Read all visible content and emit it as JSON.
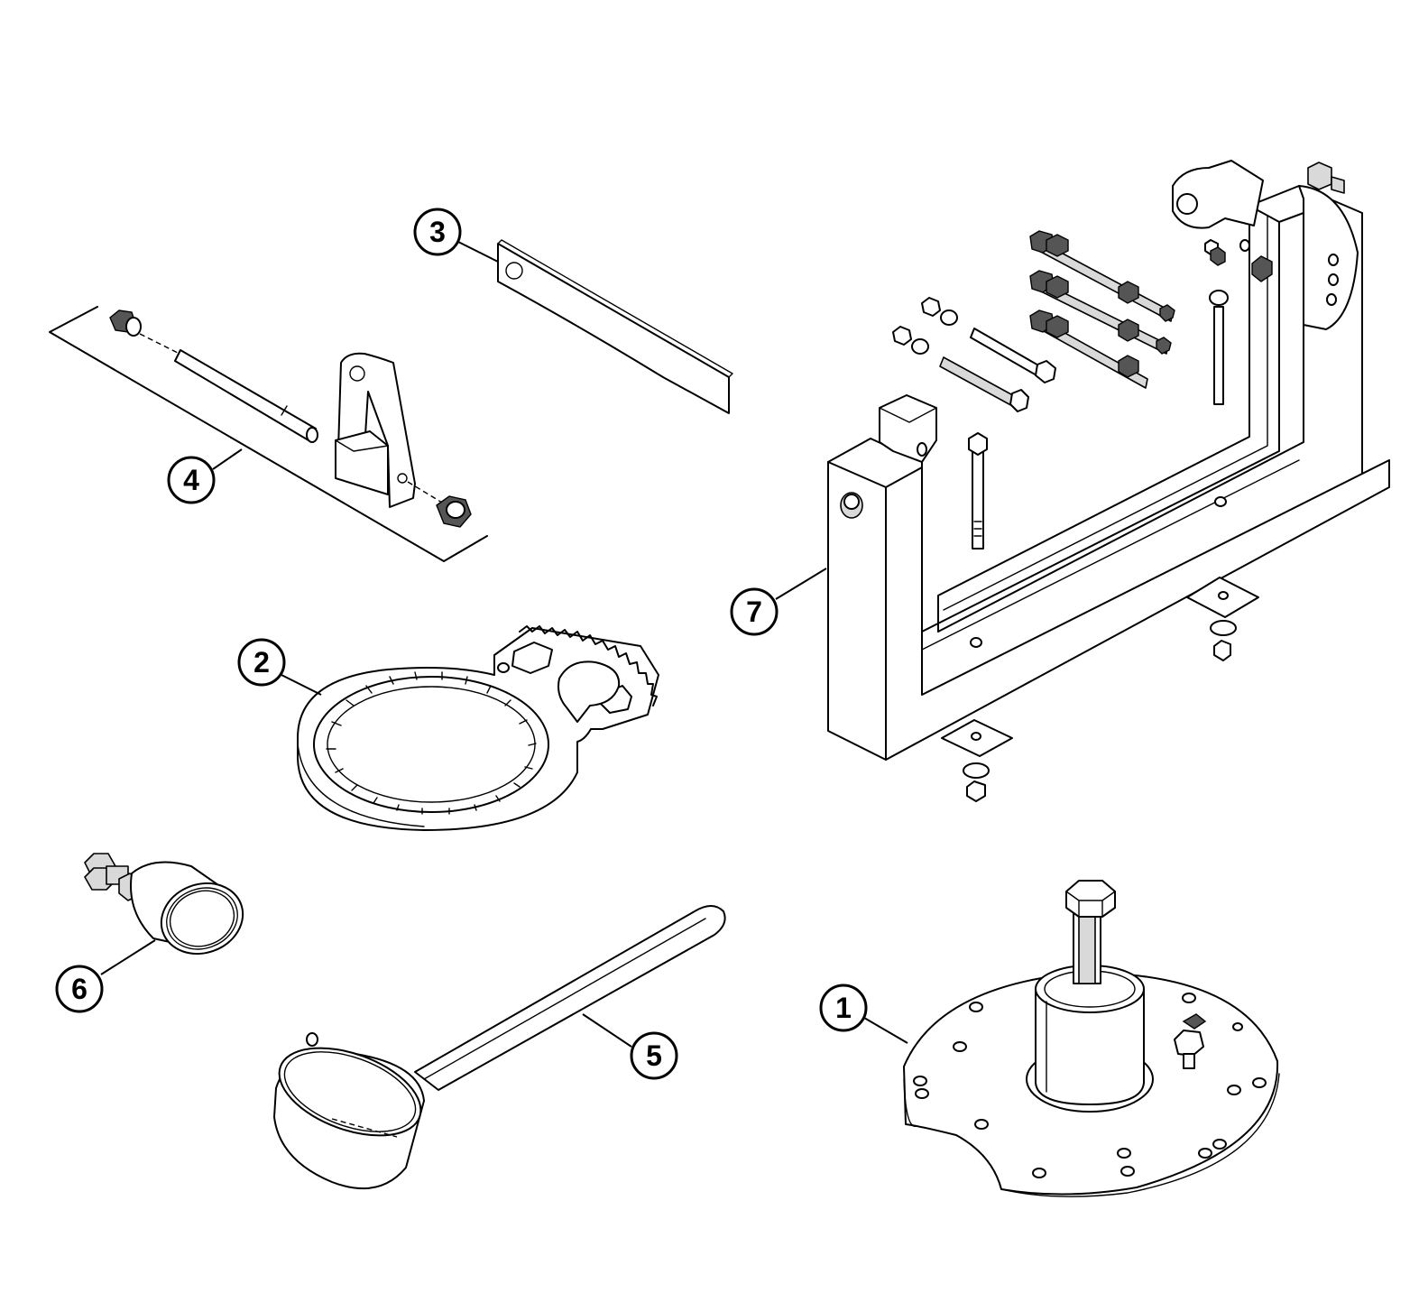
{
  "diagram": {
    "callouts": [
      {
        "id": "tool-1",
        "label": "1"
      },
      {
        "id": "tool-2",
        "label": "2"
      },
      {
        "id": "tool-3",
        "label": "3"
      },
      {
        "id": "tool-4",
        "label": "4"
      },
      {
        "id": "tool-5",
        "label": "5"
      },
      {
        "id": "tool-6",
        "label": "6"
      },
      {
        "id": "tool-7",
        "label": "7"
      }
    ]
  }
}
